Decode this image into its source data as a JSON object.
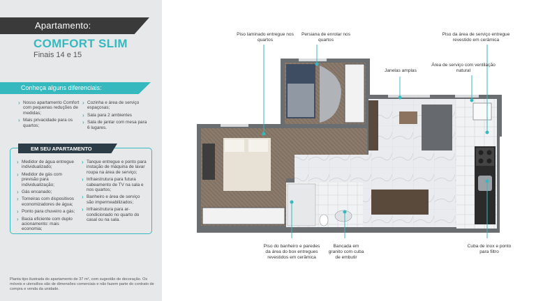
{
  "header": {
    "label": "Apartamento:",
    "name": "COMFORT SLIM",
    "subtitle": "Finais 14 e 15"
  },
  "differentials": {
    "title": "Conheça alguns diferenciais:",
    "col1": [
      "Nosso apartamento Comfort com pequenas reduções de medidas;",
      "Mais privacidade para os quartos;"
    ],
    "col2": [
      "Cozinha e área de serviço espaçosas;",
      "Sala para 2 ambientes",
      "Sala de jantar com mesa para 6 lugares."
    ]
  },
  "in_apartment": {
    "title": "EM SEU APARTAMENTO",
    "col1": [
      "Medidor de água entregue individualizado;",
      "Medidor de gás com previsão para individualização;",
      "Gás encanado;",
      "Torneiras com dispositivos economizadores de água;",
      "Ponto para chuveiro a gás;",
      "Bacia eficiente com duplo acionamento: mais economia;"
    ],
    "col2": [
      "Tanque entregue e ponto para instação de máquina de lavar roupa na área de serviço;",
      "Infraestrutura para futura cabeamento de TV na sala e nos quartos;",
      "Banheiro e área de serviço são impermeabilizados;",
      "Infraestrutura para ar-condicionado no quarto do casal ou na sala."
    ]
  },
  "footnote": "Planta tipo ilustrada do apartamento de 37 m², com sugestão de decoração. Os móveis e utensílios são de dimensões comerciais e não fazem parte do contrato de compra e venda da unidade.",
  "callouts": {
    "piso_laminado": "Piso laminado entregue nos quartos",
    "persiana": "Persiana de enrolar nos quartos",
    "janelas": "Janelas amplas",
    "piso_servico": "Piso da área de serviço entregue revestido em cerâmica",
    "area_servico": "Área de serviço com ventilação natural",
    "piso_banheiro": "Piso do banheiro e paredes da área do box entregues revestidos em cerâmica",
    "bancada": "Bancada em granito com cuba de embutir",
    "cuba_inox": "Cuba de inox e ponto para filtro"
  },
  "colors": {
    "accent": "#35b9bf",
    "dark": "#3a3a3a",
    "navy": "#2c3d48",
    "panel": "#e7e8e9"
  }
}
